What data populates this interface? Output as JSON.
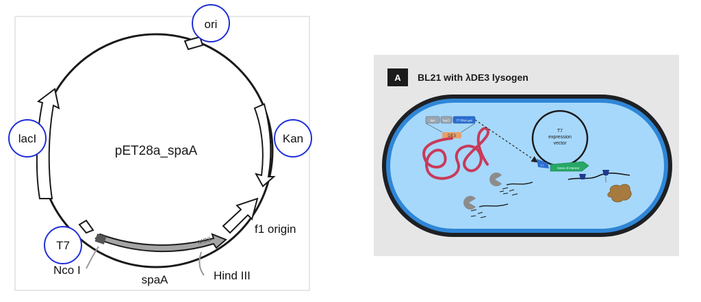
{
  "plasmid_map": {
    "name": "pET28a_spaA",
    "features": {
      "ori": "ori",
      "kan": "Kan",
      "laci": "lacI",
      "t7": "T7",
      "f1_origin": "f1 origin",
      "nco1": "Nco I",
      "spaa": "spaA",
      "hind3": "Hind III",
      "mcs": "MCS"
    }
  },
  "bl21_panel": {
    "panel_letter": "A",
    "title": "BL21 with λDE3 lysogen",
    "de3_label": "DE3",
    "gene_box_1": "lacI",
    "gene_box_2": "lacO",
    "gene_box_3": "T7 RNA pol",
    "vector_label_line1": "T7",
    "vector_label_line2": "expression",
    "vector_label_line3": "vector",
    "promoter_label": "T7",
    "goi_label": "Gene of interest"
  }
}
